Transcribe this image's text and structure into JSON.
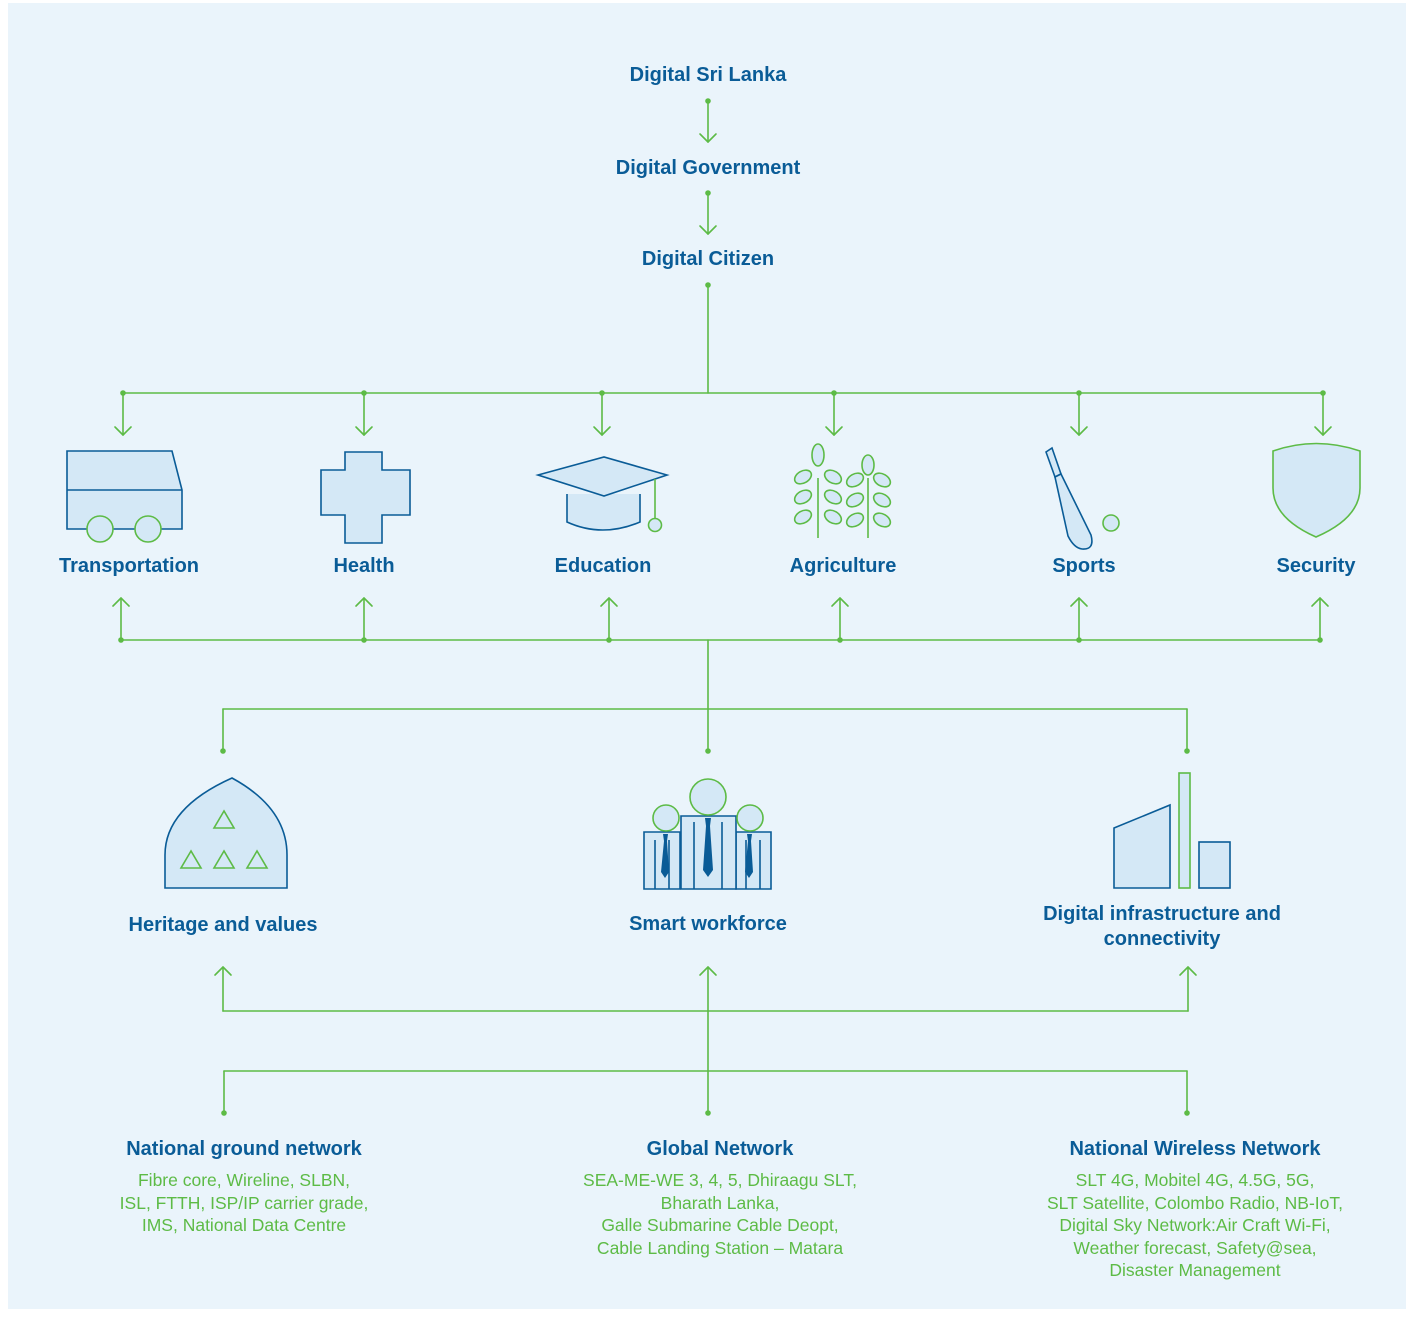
{
  "top_chain": {
    "level1": "Digital Sri Lanka",
    "level2": "Digital Government",
    "level3": "Digital Citizen"
  },
  "sectors": [
    {
      "label": "Transportation",
      "icon": "bus-icon"
    },
    {
      "label": "Health",
      "icon": "medical-cross-icon"
    },
    {
      "label": "Education",
      "icon": "graduation-cap-icon"
    },
    {
      "label": "Agriculture",
      "icon": "crop-plant-icon"
    },
    {
      "label": "Sports",
      "icon": "cricket-bat-icon"
    },
    {
      "label": "Security",
      "icon": "shield-icon"
    }
  ],
  "enablers": [
    {
      "label": "Heritage and values",
      "icon": "heritage-dome-icon"
    },
    {
      "label": "Smart workforce",
      "icon": "workforce-people-icon"
    },
    {
      "label": "Digital infrastructure and connectivity",
      "icon": "infrastructure-buildings-icon"
    }
  ],
  "networks": [
    {
      "title": "National ground network",
      "lines": [
        "Fibre core, Wireline, SLBN,",
        "ISL, FTTH, ISP/IP carrier grade,",
        "IMS, National Data Centre"
      ]
    },
    {
      "title": "Global Network",
      "lines": [
        "SEA-ME-WE 3, 4, 5, Dhiraagu SLT,",
        "Bharath Lanka,",
        "Galle Submarine Cable Deopt,",
        "Cable Landing Station – Matara"
      ]
    },
    {
      "title": "National Wireless Network",
      "lines": [
        "SLT 4G, Mobitel 4G, 4.5G, 5G,",
        "SLT Satellite, Colombo Radio, NB-IoT,",
        "Digital Sky Network:Air Craft Wi-Fi,",
        "Weather forecast, Safety@sea,",
        "Disaster Management"
      ]
    }
  ],
  "colors": {
    "background": "#eaf4fb",
    "heading": "#0a5c97",
    "connector": "#5dbb46",
    "icon_stroke": "#0a5c97",
    "icon_fill": "#d4e8f6"
  }
}
